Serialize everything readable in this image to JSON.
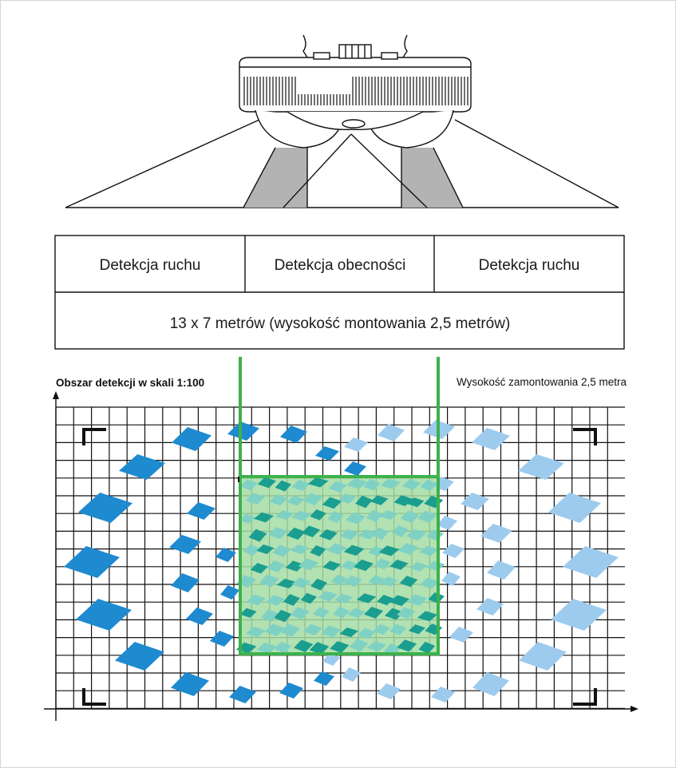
{
  "table": {
    "cells": [
      "Detekcja ruchu",
      "Detekcja obecności",
      "Detekcja ruchu"
    ],
    "range_text": "13 x 7 metrów (wysokość montowania 2,5 metrów)"
  },
  "grid": {
    "title": "Obszar detekcji w skali 1:100",
    "height_label": "Wysokość zamontowania 2,5 metra"
  },
  "colors": {
    "motion_zone": "#1e8ad0",
    "motion_zone_light": "#9dcbee",
    "presence_zone": "#1a9e8f",
    "presence_zone_light": "#7fd1c4",
    "presence_fill": "#a5dca5",
    "presence_border": "#3cb24b",
    "grid": "#111111",
    "sensor_beam": "#b3b3b3"
  }
}
